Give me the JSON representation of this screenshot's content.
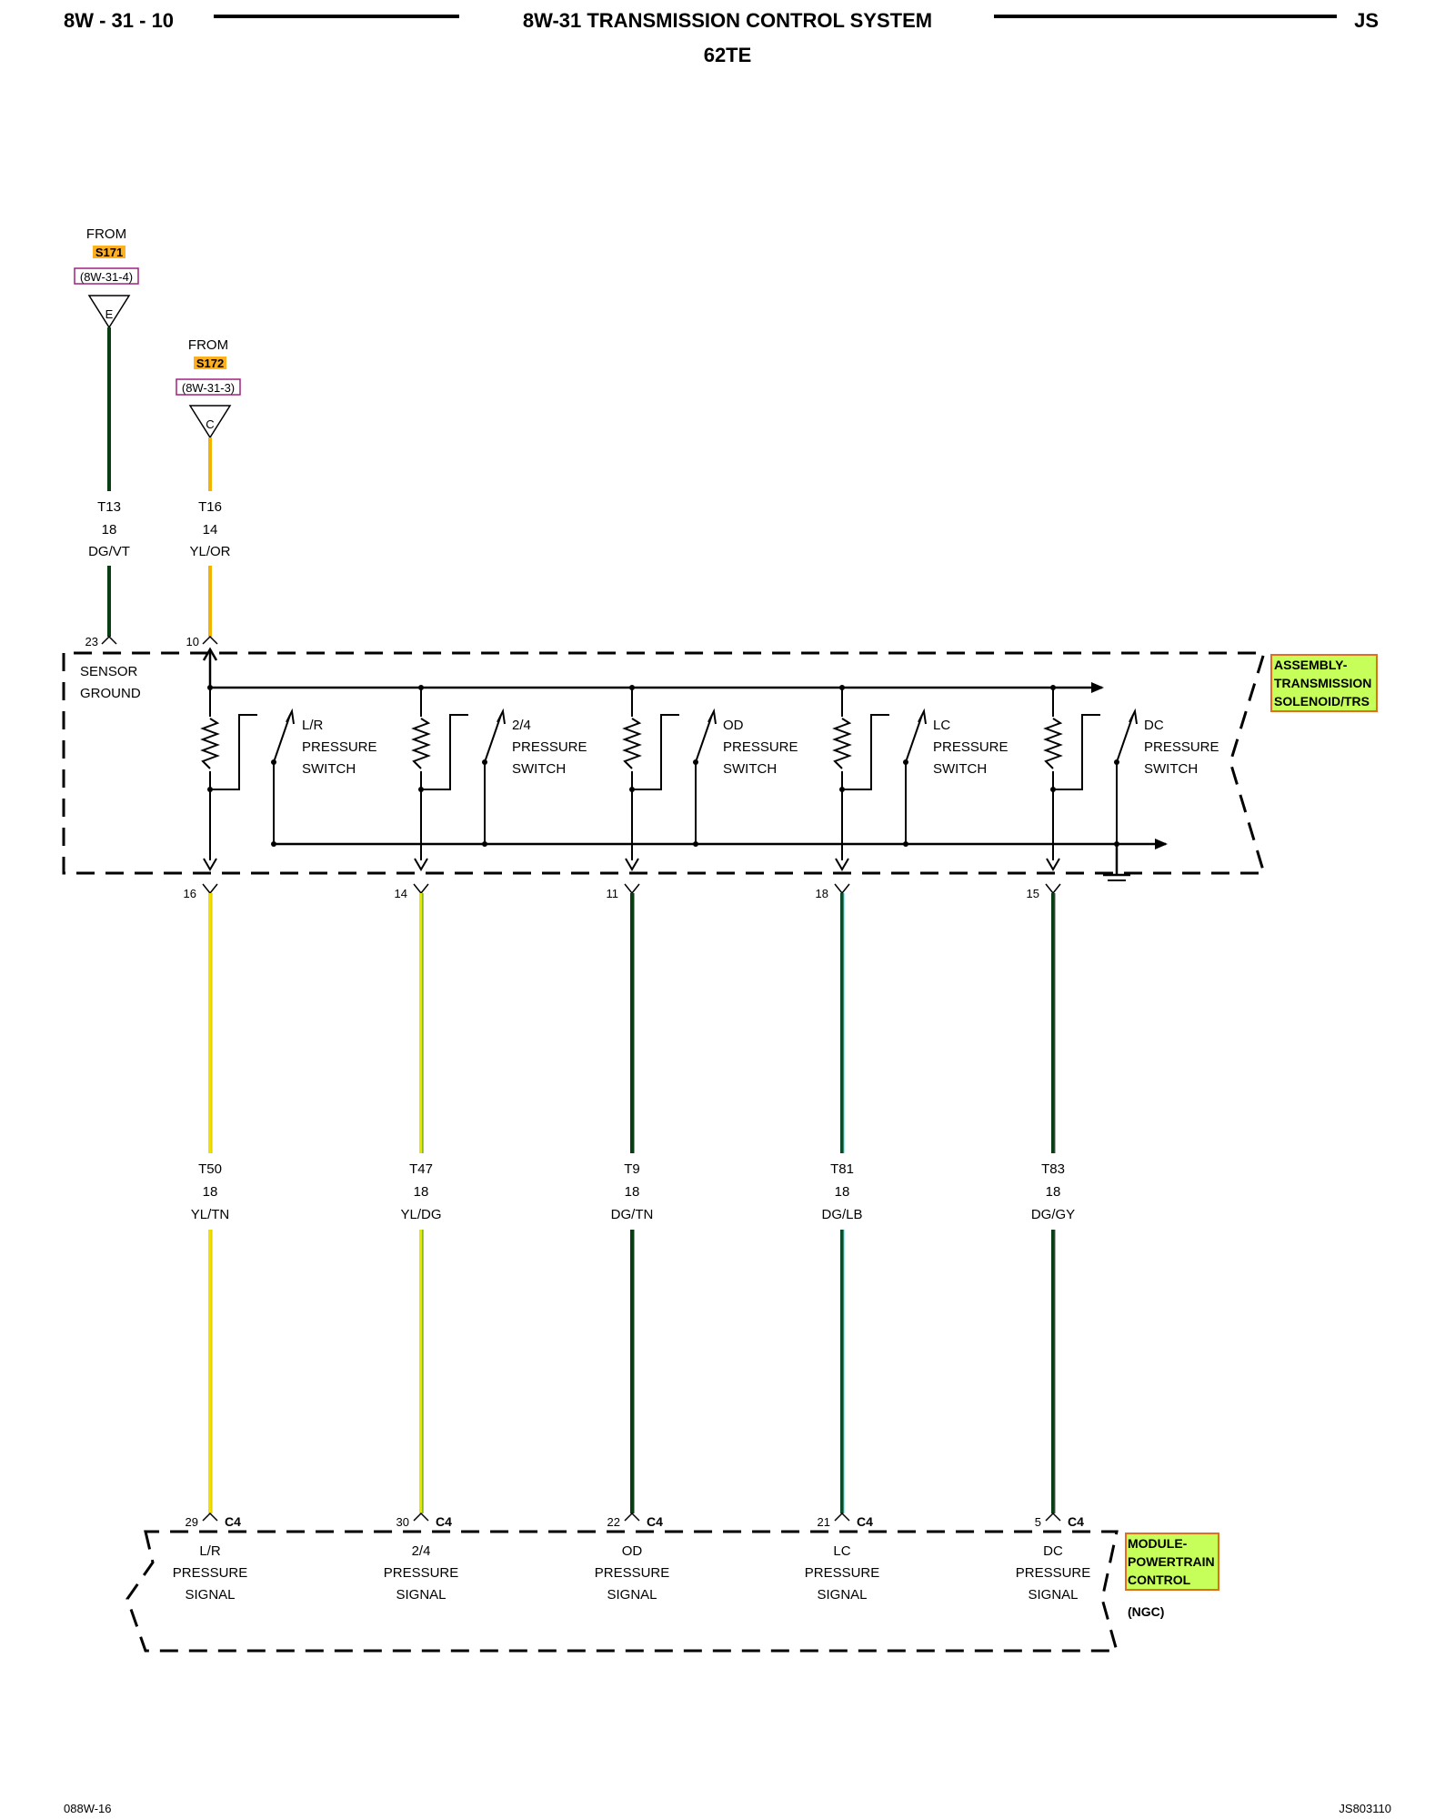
{
  "header": {
    "page_code": "8W - 31 - 10",
    "title": "8W-31 TRANSMISSION CONTROL SYSTEM",
    "subtitle": "62TE",
    "vehicle": "JS"
  },
  "footer": {
    "left_code": "088W-16",
    "right_code": "JS803110"
  },
  "sources": [
    {
      "from": "FROM",
      "splice": "S171",
      "ref": "(8W-31-4)",
      "connector": "E",
      "circuit": "T13",
      "gauge": "18",
      "color": "DG/VT",
      "pin": "23",
      "wire_color": "#0b3d14"
    },
    {
      "from": "FROM",
      "splice": "S172",
      "ref": "(8W-31-3)",
      "connector": "C",
      "circuit": "T16",
      "gauge": "14",
      "color": "YL/OR",
      "pin": "10",
      "wire_color": "#f2b400"
    }
  ],
  "trs_assembly": {
    "name_lines": [
      "ASSEMBLY-",
      "TRANSMISSION",
      "SOLENOID/TRS"
    ],
    "sensor_ground": [
      "SENSOR",
      "GROUND"
    ],
    "switches": [
      {
        "name": "L/R",
        "line2": "PRESSURE",
        "line3": "SWITCH",
        "pin": "16"
      },
      {
        "name": "2/4",
        "line2": "PRESSURE",
        "line3": "SWITCH",
        "pin": "14"
      },
      {
        "name": "OD",
        "line2": "PRESSURE",
        "line3": "SWITCH",
        "pin": "11"
      },
      {
        "name": "LC",
        "line2": "PRESSURE",
        "line3": "SWITCH",
        "pin": "18"
      },
      {
        "name": "DC",
        "line2": "PRESSURE",
        "line3": "SWITCH",
        "pin": "15"
      }
    ]
  },
  "signal_wires": [
    {
      "circuit": "T50",
      "gauge": "18",
      "color": "YL/TN",
      "wire_color": "#f0e000",
      "stripe": "#d8c000"
    },
    {
      "circuit": "T47",
      "gauge": "18",
      "color": "YL/DG",
      "wire_color": "#e6e600",
      "stripe": "#2e8b2e"
    },
    {
      "circuit": "T9",
      "gauge": "18",
      "color": "DG/TN",
      "wire_color": "#0b3d14",
      "stripe": "#0b3d14"
    },
    {
      "circuit": "T81",
      "gauge": "18",
      "color": "DG/LB",
      "wire_color": "#0b4d2a",
      "stripe": "#3fd0e0"
    },
    {
      "circuit": "T83",
      "gauge": "18",
      "color": "DG/GY",
      "wire_color": "#0b3d14",
      "stripe": "#555555"
    }
  ],
  "pcm": {
    "name_lines": [
      "MODULE-",
      "POWERTRAIN",
      "CONTROL"
    ],
    "variant": "(NGC)",
    "connector": "C4",
    "inputs": [
      {
        "pin": "29",
        "name": "L/R",
        "line2": "PRESSURE",
        "line3": "SIGNAL"
      },
      {
        "pin": "30",
        "name": "2/4",
        "line2": "PRESSURE",
        "line3": "SIGNAL"
      },
      {
        "pin": "22",
        "name": "OD",
        "line2": "PRESSURE",
        "line3": "SIGNAL"
      },
      {
        "pin": "21",
        "name": "LC",
        "line2": "PRESSURE",
        "line3": "SIGNAL"
      },
      {
        "pin": "5",
        "name": "DC",
        "line2": "PRESSURE",
        "line3": "SIGNAL"
      }
    ]
  },
  "colors": {
    "component_tag_fill": "#c6ff5a",
    "component_tag_border": "#e07020",
    "splice_tag_fill": "#ffb020",
    "ref_tag_border": "#a02080"
  }
}
